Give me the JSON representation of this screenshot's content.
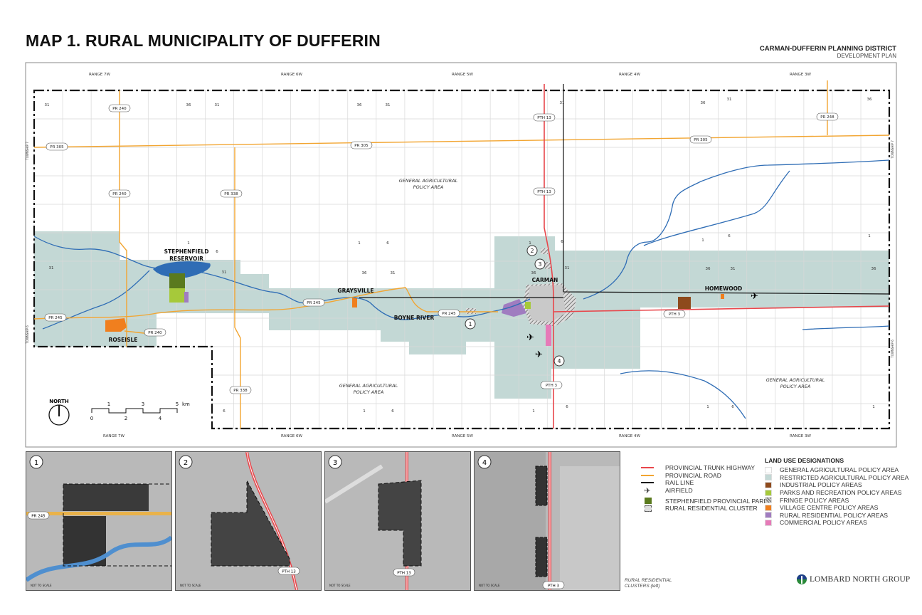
{
  "title": "MAP 1. RURAL MUNICIPALITY OF DUFFERIN",
  "district": {
    "line1": "CARMAN-DUFFERIN PLANNING DISTRICT",
    "line2": "DEVELOPMENT PLAN"
  },
  "ranges_top": [
    "RANGE 7W",
    "RANGE 6W",
    "RANGE 5W",
    "RANGE 4W",
    "RANGE 3W"
  ],
  "ranges_bottom": [
    "RANGE 7W",
    "RANGE 6W",
    "RANGE 5W",
    "RANGE 4W",
    "RANGE 3W"
  ],
  "townships": {
    "left_upper": "TOWNSHIP 7",
    "left_lower": "TOWNSHIP 6",
    "right_upper": "TOWNSHIP 7",
    "right_lower": "TOWNSHIP 6"
  },
  "section_numbers": [
    "31",
    "36",
    "31",
    "36",
    "31",
    "31",
    "36",
    "31",
    "36",
    "1",
    "6",
    "1",
    "6",
    "1",
    "6",
    "1",
    "6",
    "1",
    "31",
    "31",
    "36",
    "31",
    "36",
    "31",
    "36",
    "31",
    "36",
    "6",
    "1",
    "6",
    "1",
    "6",
    "1",
    "6",
    "1"
  ],
  "roads": {
    "pr240_a": "PR 240",
    "pr240_b": "PR 240",
    "pr240_c": "PR 240",
    "pr305_a": "PR 305",
    "pr305_b": "PR 305",
    "pr305_c": "PR 305",
    "pr338_a": "PR 338",
    "pr338_b": "PR 338",
    "pr245_a": "PR 245",
    "pr245_b": "PR 245",
    "pr245_c": "PR 245",
    "pr248": "PR 248",
    "pth13_a": "PTH 13",
    "pth13_b": "PTH 13",
    "pth3_a": "PTH 3",
    "pth3_b": "PTH 3"
  },
  "places": {
    "stephenfield": [
      "STEPHENFIELD",
      "RESERVOIR"
    ],
    "roseisle": "ROSEISLE",
    "graysville": "GRAYSVILLE",
    "boyne_river": "BOYNE RIVER",
    "carman": "CARMAN",
    "homewood": "HOMEWOOD"
  },
  "policy_labels": {
    "north": [
      "GENERAL AGRICULTURAL",
      "POLICY AREA"
    ],
    "south_west": [
      "GENERAL AGRICULTURAL",
      "POLICY AREA"
    ],
    "south_east": [
      "GENERAL AGRICULTURAL",
      "POLICY AREA"
    ]
  },
  "cluster_markers": [
    "1",
    "2",
    "3",
    "4"
  ],
  "north_arrow": "NORTH",
  "scale_bar": {
    "top": [
      "1",
      "3",
      "5"
    ],
    "bottom": [
      "0",
      "2",
      "4"
    ],
    "unit": "km"
  },
  "insets": [
    {
      "number": "1",
      "road": "PR 245",
      "note": "NOT TO SCALE"
    },
    {
      "number": "2",
      "road": "PTH 13",
      "note": "NOT TO SCALE"
    },
    {
      "number": "3",
      "road": "PTH 13",
      "note": "NOT TO SCALE"
    },
    {
      "number": "4",
      "road": "PTH 3",
      "note": "NOT TO SCALE"
    }
  ],
  "legend_lines": [
    {
      "label": "PROVINCIAL TRUNK HIGHWAY",
      "color": "#e8464b",
      "kind": "line"
    },
    {
      "label": "PROVINCIAL ROAD",
      "color": "#f2a531",
      "kind": "line"
    },
    {
      "label": "RAIL LINE",
      "color": "#111111",
      "kind": "line"
    },
    {
      "label": "AIRFIELD",
      "color": "#111111",
      "kind": "airfield-icon"
    },
    {
      "label": "STEPHENFIELD PROVINCIAL PARK",
      "color": "#5a7a1e",
      "kind": "swatch"
    },
    {
      "label": "RURAL RESIDENTIAL CLUSTER",
      "color": "#dddddd",
      "kind": "dashed"
    }
  ],
  "land_use": {
    "title": "LAND USE DESIGNATIONS",
    "items": [
      {
        "label": "GENERAL AGRICULTURAL POLICY AREA",
        "color": "#ffffff"
      },
      {
        "label": "RESTRICTED AGRICULTURAL POLICY AREA",
        "color": "#c3d8d5"
      },
      {
        "label": "INDUSTRIAL POLICY AREAS",
        "color": "#8e4a1c"
      },
      {
        "label": "PARKS AND  RECREATION POLICY AREAS",
        "color": "#a6c93a"
      },
      {
        "label": "FRINGE POLICY AREAS",
        "color": "#9a9a9a"
      },
      {
        "label": "VILLAGE CENTRE POLICY AREAS",
        "color": "#f07f1e"
      },
      {
        "label": "RURAL RESIDENTIAL POLICY AREAS",
        "color": "#a07cc0"
      },
      {
        "label": "COMMERCIAL POLICY AREAS",
        "color": "#e67ab8"
      }
    ]
  },
  "note": [
    "RURAL RESIDENTIAL",
    "CLUSTERS (left)"
  ],
  "logo": "LOMBARD NORTH GROUP",
  "colors": {
    "river": "#2f6db5",
    "restricted": "#c3d8d5",
    "pth": "#e8464b",
    "pr": "#f2a531",
    "reservoir": "#2f6db5"
  }
}
